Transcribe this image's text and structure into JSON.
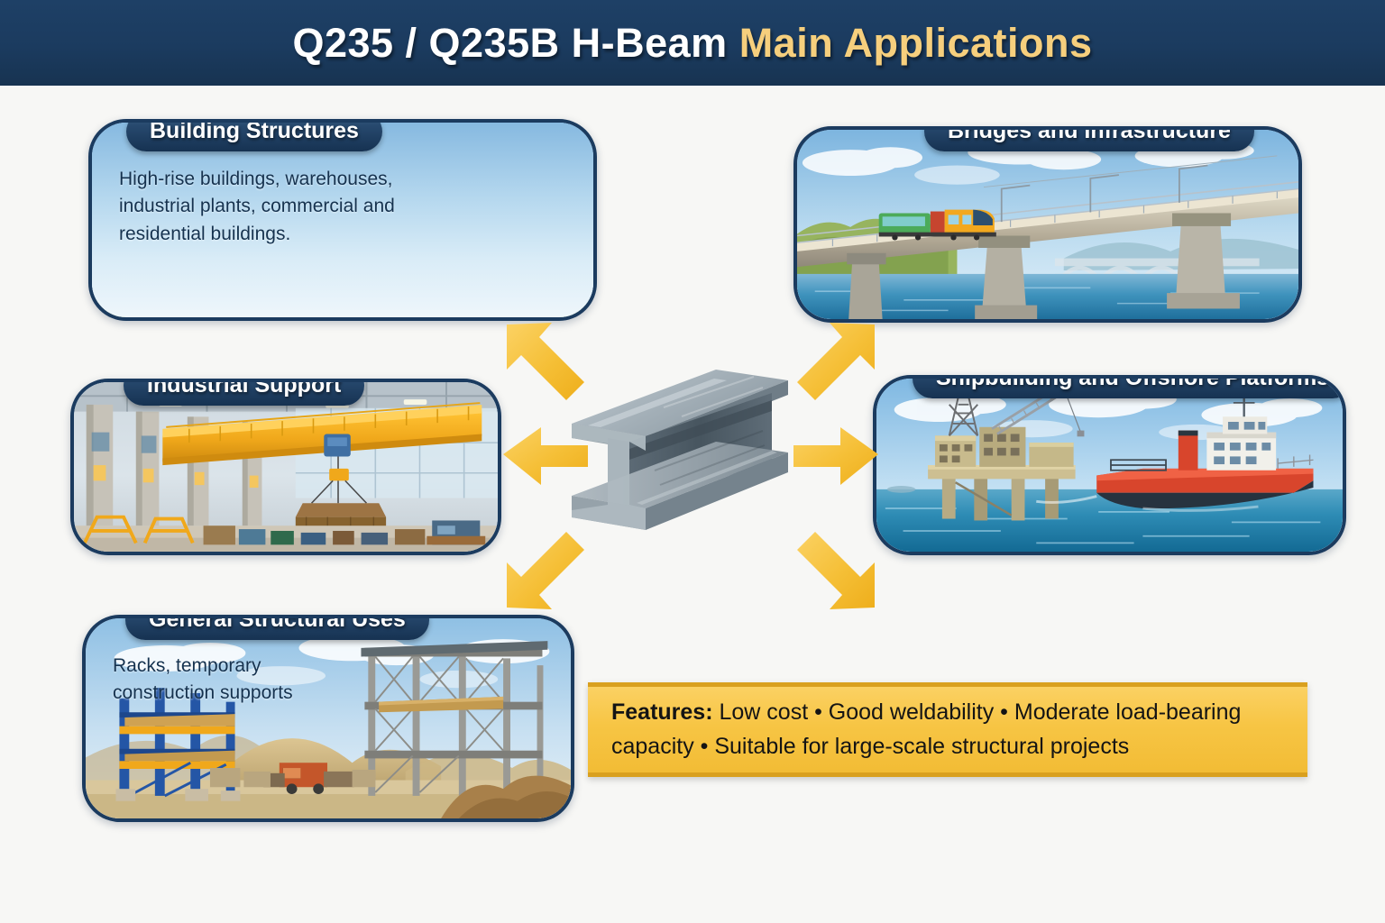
{
  "header": {
    "title_plain": "Q235 / Q235B H-Beam ",
    "title_accent": "Main Applications",
    "bg_color": "#1b3b5f",
    "accent_color": "#f6cf7d"
  },
  "page": {
    "background_color": "#f7f7f5",
    "card_border_color": "#1b3b5f",
    "arrow_color": "#f5bf36"
  },
  "cards": [
    {
      "id": "building-structures",
      "badge": "Building Structures",
      "body": "High-rise buildings, warehouses, industrial plants, commercial and residential buildings.",
      "scene": "city-buildings"
    },
    {
      "id": "bridges-infrastructure",
      "badge": "Bridges and Infrastructure",
      "body": "",
      "scene": "bridge-with-train"
    },
    {
      "id": "industrial-support",
      "badge": "Industrial Support",
      "body": "",
      "scene": "factory-overhead-crane"
    },
    {
      "id": "shipbuilding-offshore",
      "badge": "Shipbuilding and Offshore Platforms",
      "body": "",
      "scene": "oil-rig-and-ship"
    },
    {
      "id": "general-structural-uses",
      "badge": "General Structural Uses",
      "body": "Racks, temporary construction supports",
      "scene": "racks-and-scaffolding"
    }
  ],
  "center": {
    "object": "h-beam-steel-profile",
    "arrow_count": 6,
    "arrow_directions": [
      "up-left",
      "up-right",
      "left",
      "right",
      "down-left",
      "down-right"
    ]
  },
  "features": {
    "label": "Features:",
    "text": " Low cost • Good weldability • Moderate load-bearing capacity • Suitable for large-scale structural projects",
    "bg_color": "#f7c544"
  }
}
